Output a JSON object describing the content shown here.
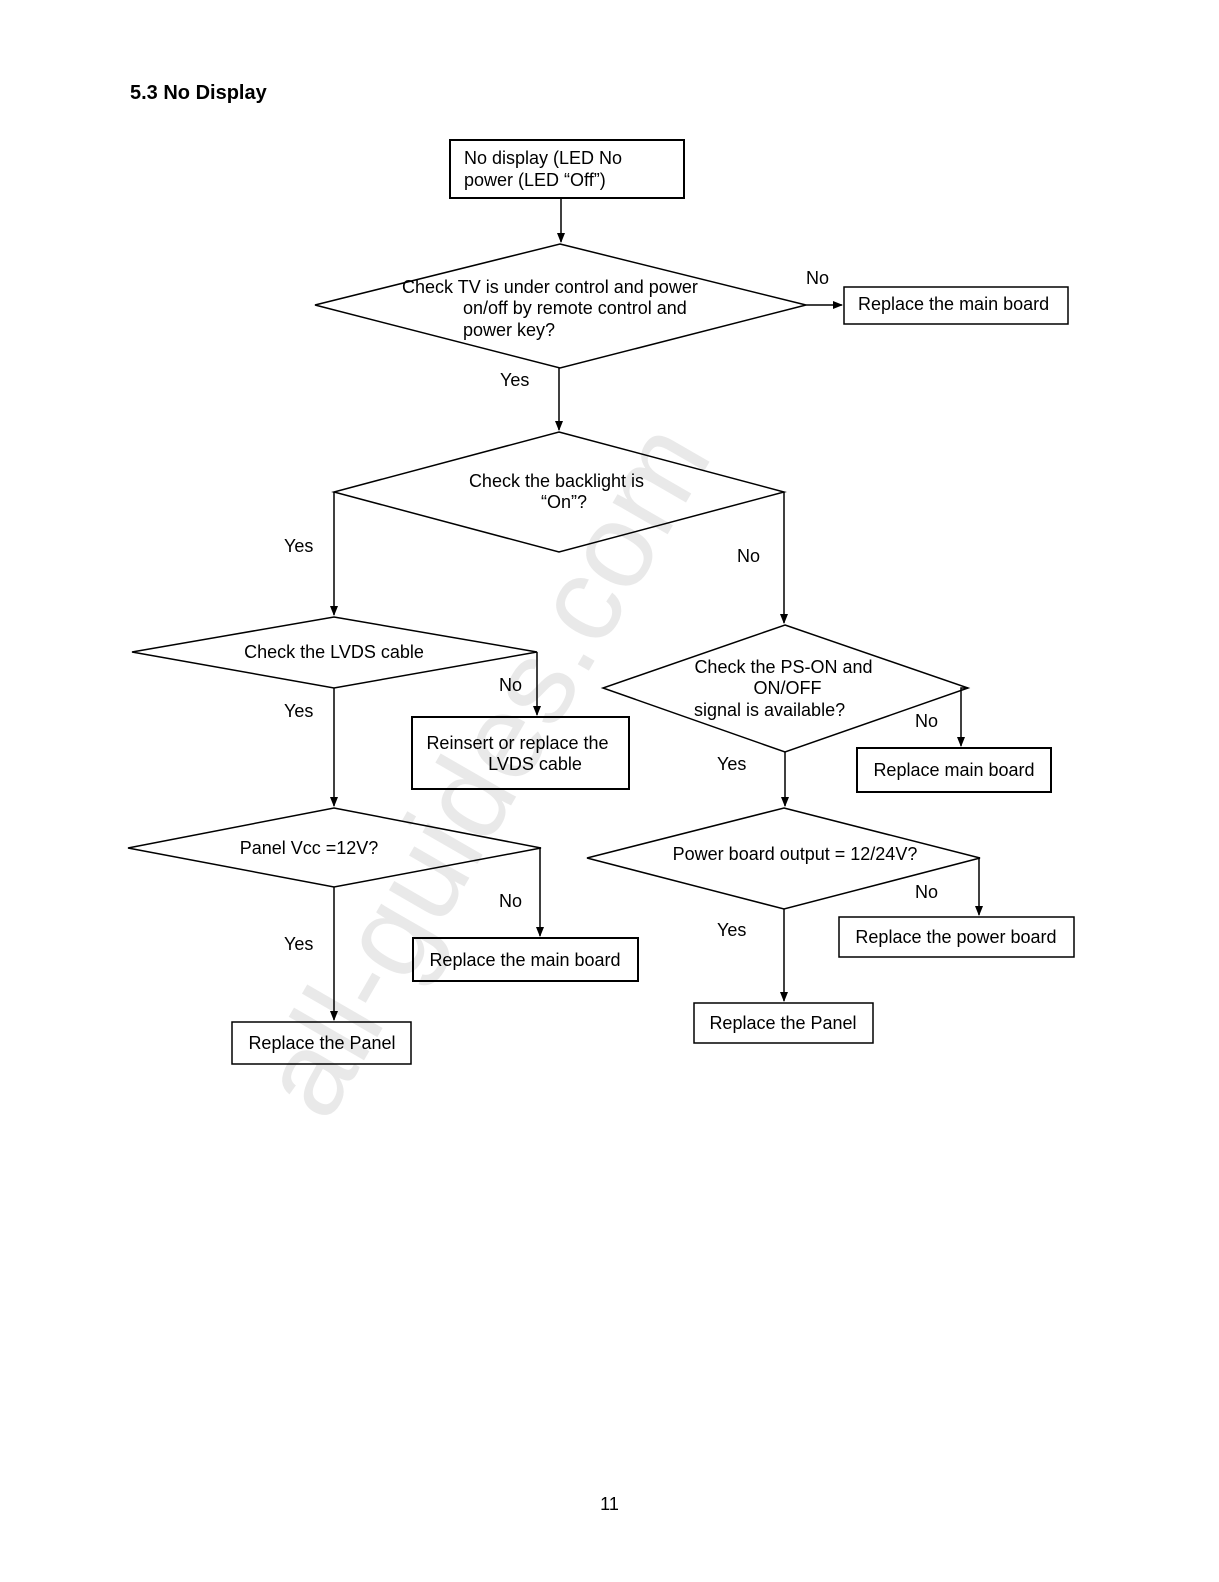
{
  "heading": "5.3 No Display",
  "page_number": "11",
  "watermark": "all-guides.com",
  "colors": {
    "line": "#000000",
    "watermark": "#e6e6e6",
    "background": "#ffffff"
  },
  "nodes": {
    "start": {
      "lines": [
        "No display (LED No",
        "power (LED “Off”)"
      ]
    },
    "check_control": {
      "lines": [
        "Check TV is under control and power",
        "on/off by remote control and",
        "power key?"
      ]
    },
    "replace_main_1": {
      "lines": [
        "Replace the main board"
      ]
    },
    "check_backlight": {
      "lines": [
        "Check the backlight is",
        "“On”?"
      ]
    },
    "check_lvds": {
      "lines": [
        "Check the LVDS cable"
      ]
    },
    "reinsert_lvds": {
      "lines": [
        "Reinsert or replace the",
        "LVDS cable"
      ]
    },
    "check_pson": {
      "lines": [
        "Check the PS-ON and",
        "ON/OFF",
        "signal is available?"
      ]
    },
    "replace_main_2": {
      "lines": [
        "Replace main board"
      ]
    },
    "panel_vcc": {
      "lines": [
        "Panel Vcc =12V?"
      ]
    },
    "replace_main_3": {
      "lines": [
        "Replace the main board"
      ]
    },
    "power_output": {
      "lines": [
        "Power board output = 12/24V?"
      ]
    },
    "replace_power": {
      "lines": [
        "Replace the power board"
      ]
    },
    "replace_panel_1": {
      "lines": [
        "Replace the Panel"
      ]
    },
    "replace_panel_2": {
      "lines": [
        "Replace the Panel"
      ]
    }
  },
  "edge_labels": {
    "control_no": "No",
    "control_yes": "Yes",
    "backlight_yes": "Yes",
    "backlight_no": "No",
    "lvds_no": "No",
    "lvds_yes": "Yes",
    "pson_no": "No",
    "pson_yes": "Yes",
    "vcc_no": "No",
    "vcc_yes": "Yes",
    "output_no": "No",
    "output_yes": "Yes"
  }
}
